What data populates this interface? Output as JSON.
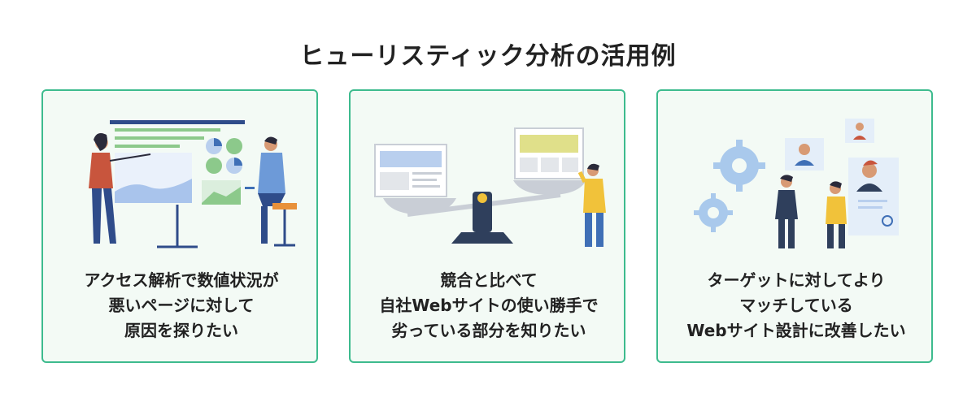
{
  "heading": "ヒューリスティック分析の活用例",
  "cards": [
    {
      "lines": [
        "アクセス解析で数値状況が",
        "悪いページに対して",
        "原因を探りたい"
      ],
      "illustration": "analytics-presentation"
    },
    {
      "lines": [
        "競合と比べて",
        "自社Webサイトの使い勝手で",
        "劣っている部分を知りたい"
      ],
      "illustration": "website-comparison-scale"
    },
    {
      "lines": [
        "ターゲットに対してより",
        "マッチしている",
        "Webサイト設計に改善したい"
      ],
      "illustration": "target-users-gears"
    }
  ],
  "colors": {
    "border": "#3dbb8e",
    "card_bg": "#f3faf5",
    "accent_orange": "#e8913a",
    "accent_blue": "#3f6fb6",
    "accent_green": "#8cc98b"
  }
}
